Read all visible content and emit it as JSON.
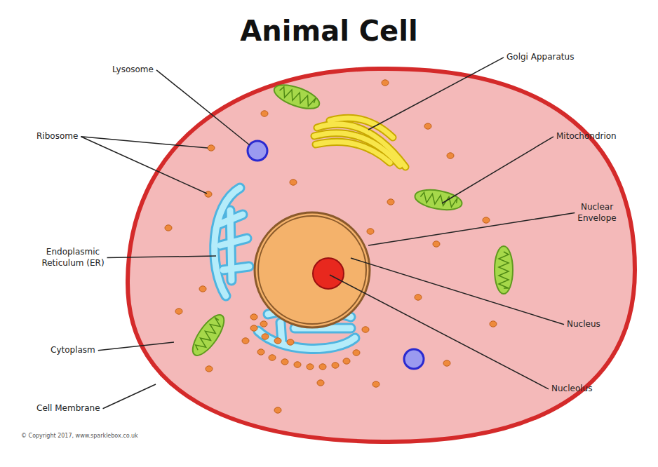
{
  "diagram": {
    "title": "Animal Cell",
    "labels": [
      "Lysosome",
      "Ribosome",
      "Endoplasmic Reticulum (ER)",
      "Cytoplasm",
      "Cell Membrane",
      "Golgi Apparatus",
      "Mitochondrion",
      "Nuclear Envelope",
      "Nucleus",
      "Nucleolus",
      "© Copyright 2017, www.sparklebox.co.uk"
    ]
  }
}
